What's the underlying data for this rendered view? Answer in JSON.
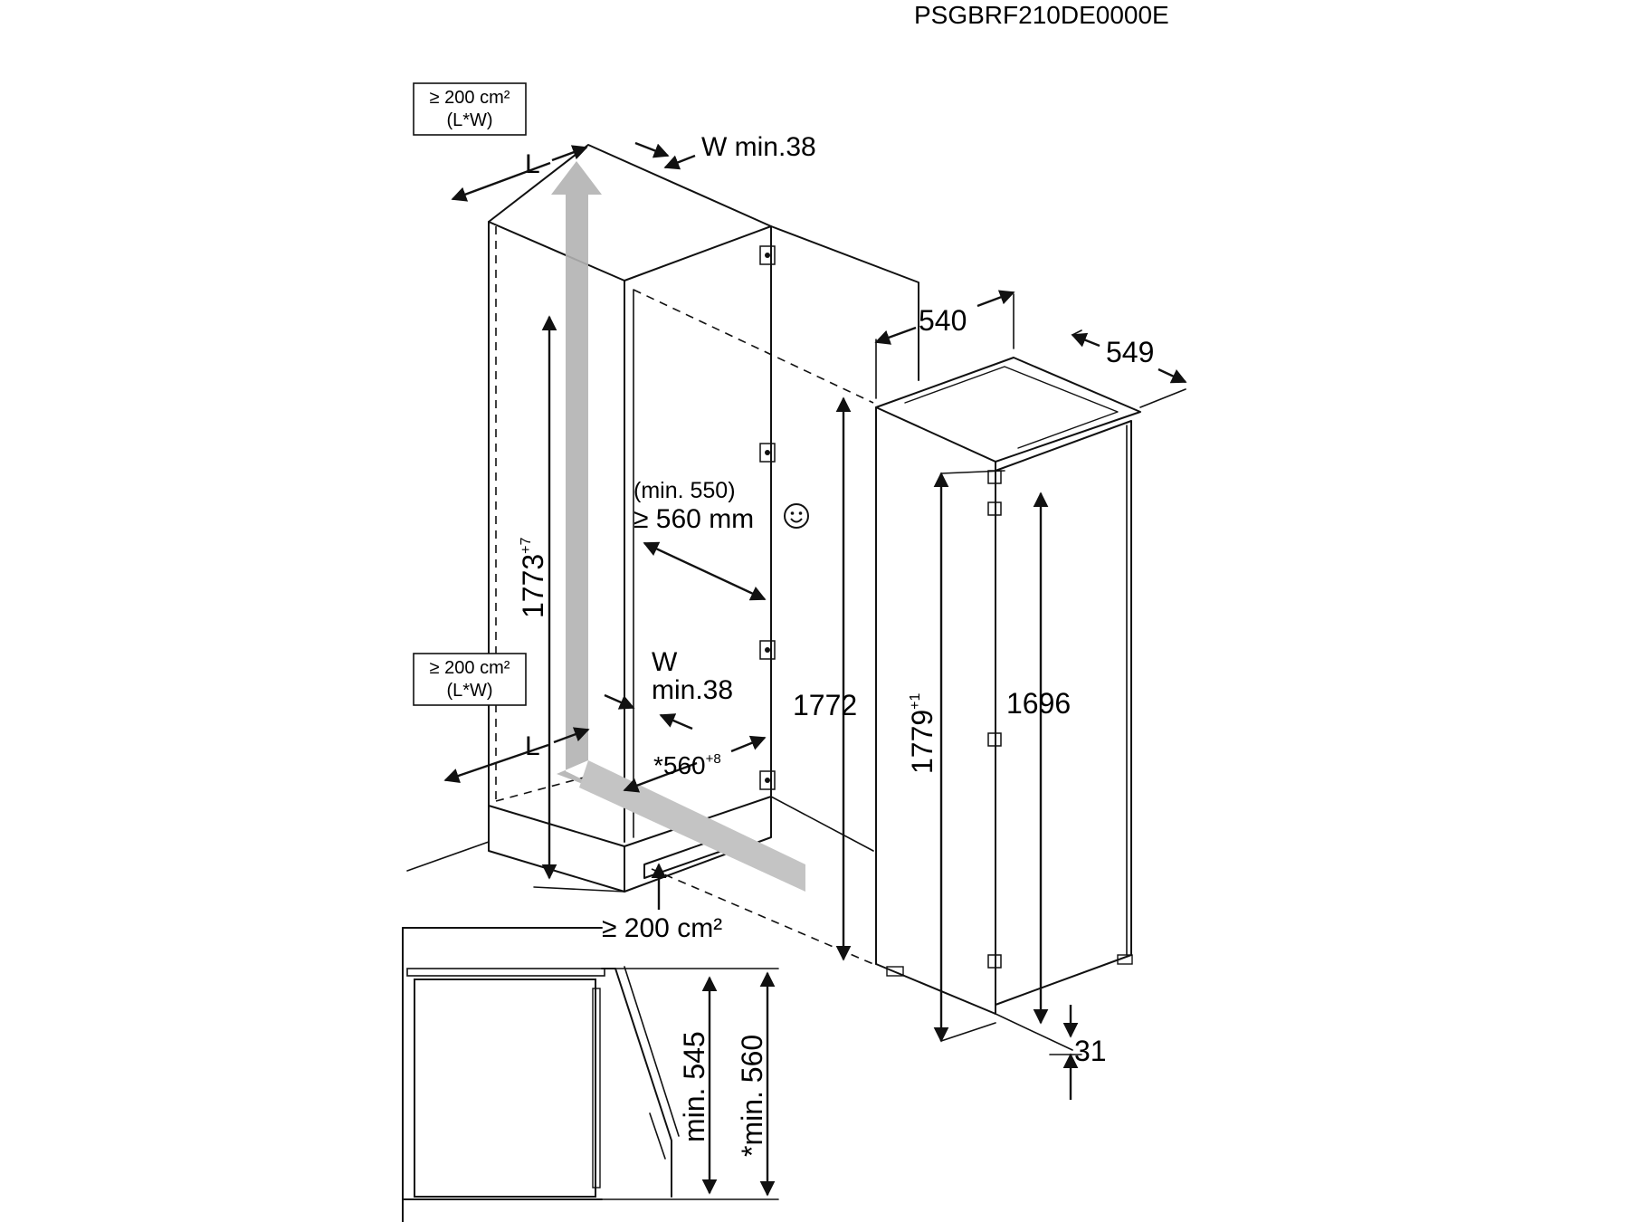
{
  "model_code": "PSGBRF210DE0000E",
  "vent_top": {
    "area_line1": "≥ 200 cm²",
    "area_line2": "(L*W)",
    "length_label": "L",
    "width_label": "W min.38"
  },
  "vent_bottom": {
    "area_line1": "≥ 200 cm²",
    "area_line2": "(L*W)",
    "length_label": "L",
    "width_label_line1": "W",
    "width_label_line2": "min.38"
  },
  "niche": {
    "height": "1773",
    "height_tol": "+7",
    "depth_line1": "(min. 550)",
    "depth_line2": "≥ 560 mm",
    "width": "*560",
    "width_tol": "+8",
    "plinth_vent": "≥ 200 cm²"
  },
  "appliance": {
    "width": "540",
    "depth": "549",
    "cabinet_height": "1772",
    "total_height": "1779",
    "total_height_tol": "+1",
    "door_height": "1696",
    "bottom_offset": "31"
  },
  "door_detail": {
    "min_545": "min. 545",
    "min_560": "*min. 560"
  },
  "colors": {
    "airflow_arrow": "#b3b3b3",
    "line": "#111111",
    "background": "#ffffff"
  },
  "icons": [
    "smiley-icon",
    "hinge-icon",
    "airflow-arrow-icon"
  ]
}
